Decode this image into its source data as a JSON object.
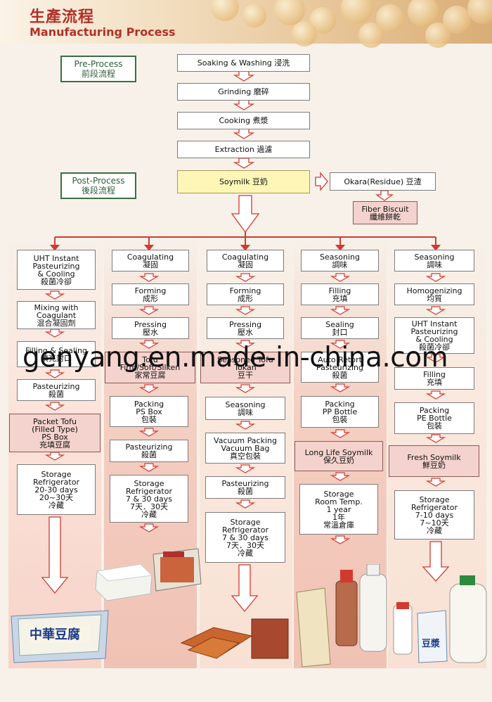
{
  "header": {
    "title_zh": "生產流程",
    "title_en": "Manufacturing Process"
  },
  "labels": {
    "pre": [
      "Pre-Process",
      "前段流程"
    ],
    "post": [
      "Post-Process",
      "後段流程"
    ]
  },
  "pre_steps": [
    [
      "Soaking & Washing  浸洗"
    ],
    [
      "Grinding     磨碎"
    ],
    [
      "Cooking     煮漿"
    ],
    [
      "Extraction     過濾"
    ]
  ],
  "soymilk": [
    "Soymilk     豆奶"
  ],
  "okara": [
    "Okara(Residue) 豆渣"
  ],
  "fiber": [
    "Fiber Biscuit",
    "纖維餅乾"
  ],
  "columns": [
    [
      [
        "UHT Instant",
        "Pasteurizing",
        "& Cooling",
        "殺菌冷卻"
      ],
      [
        "Mixing with",
        "Coagulant",
        "混合凝固劑"
      ],
      [
        "Filling & Sealing",
        "填充封口"
      ],
      [
        "Pasteurizing",
        "殺菌"
      ],
      [
        "Packet Tofu",
        "(Filled Type)",
        "PS Box",
        "充填豆腐"
      ],
      [
        "Storage",
        "Refrigerator",
        "20-30 days",
        "20~30天",
        "冷藏"
      ]
    ],
    [
      [
        "Coagulating",
        "凝固"
      ],
      [
        "Forming",
        "成形"
      ],
      [
        "Pressing",
        "壓水"
      ],
      [
        "Tofu",
        "Firm/Soft/Silken",
        "家常豆腐"
      ],
      [
        "Packing",
        "PS Box",
        "包裝"
      ],
      [
        "Pasteurizing",
        "殺菌"
      ],
      [
        "Storage",
        "Refrigerator",
        "7 & 30 days",
        "7天．30天",
        "冷藏"
      ]
    ],
    [
      [
        "Coagulating",
        "凝固"
      ],
      [
        "Forming",
        "成形"
      ],
      [
        "Pressing",
        "壓水"
      ],
      [
        "Seasoned Tofu",
        "Tokan",
        "豆干"
      ],
      [
        "Seasoning",
        "調味"
      ],
      [
        "Vacuum Packing",
        "Vacuum Bag",
        "真空包裝"
      ],
      [
        "Pasteurizing",
        "殺菌"
      ],
      [
        "Storage",
        "Refrigerator",
        "7 & 30 days",
        "7天．30天",
        "冷藏"
      ]
    ],
    [
      [
        "Seasoning",
        "調味"
      ],
      [
        "Filling",
        "充填"
      ],
      [
        "Sealing",
        "封口"
      ],
      [
        "Auto Retort",
        "Pasteurizing",
        "殺菌"
      ],
      [
        "Packing",
        "PP Bottle",
        "包裝"
      ],
      [
        "Long Life Soymilk",
        "保久豆奶"
      ],
      [
        "Storage",
        "Room Temp.",
        "1 year",
        "1年",
        "常溫倉庫"
      ]
    ],
    [
      [
        "Seasoning",
        "調味"
      ],
      [
        "Homogenizing",
        "均質"
      ],
      [
        "UHT Instant",
        "Pasteurizing",
        "& Cooling",
        "殺菌冷卻"
      ],
      [
        "Filling",
        "充填"
      ],
      [
        "Packing",
        "PE Bottle",
        "包裝"
      ],
      [
        "Fresh Soymilk",
        "鮮豆奶"
      ],
      [
        "Storage",
        "Refrigerator",
        "7-10 days",
        "7~10天",
        "冷藏"
      ]
    ]
  ],
  "products": {
    "tofu_box": [
      "中華豆腐"
    ],
    "bottle_label": [
      "豆漿"
    ]
  },
  "watermark": "genyang.en.made-in-china.com",
  "colors": {
    "title": "#b3302a",
    "pink": "#f4d2cd",
    "yellow": "#fdf6b7",
    "arrow": "#d23a30",
    "label_border": "#3a6f42"
  }
}
